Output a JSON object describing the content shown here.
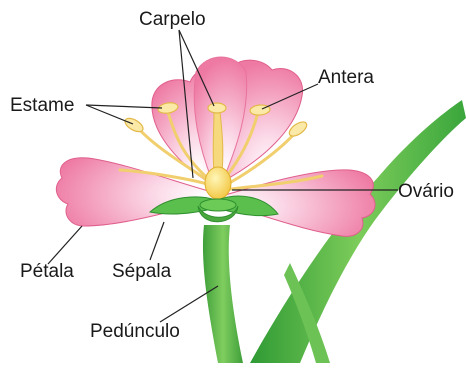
{
  "labels": {
    "carpel": "Carpelo",
    "anther": "Antera",
    "stamen": "Estame",
    "ovary": "Ovário",
    "petal": "Pétala",
    "sepal": "Sépala",
    "peduncle": "Pedúnculo"
  },
  "colors": {
    "petal_pink": "#ee7aa3",
    "petal_edge": "#e05f8c",
    "petal_light": "#fbe3ee",
    "stem_green": "#52b548",
    "stem_dark": "#2f8f2f",
    "stamen_yellow": "#f4d37a",
    "anther_yellow": "#fbe9a8",
    "pointer_line": "#222222"
  }
}
